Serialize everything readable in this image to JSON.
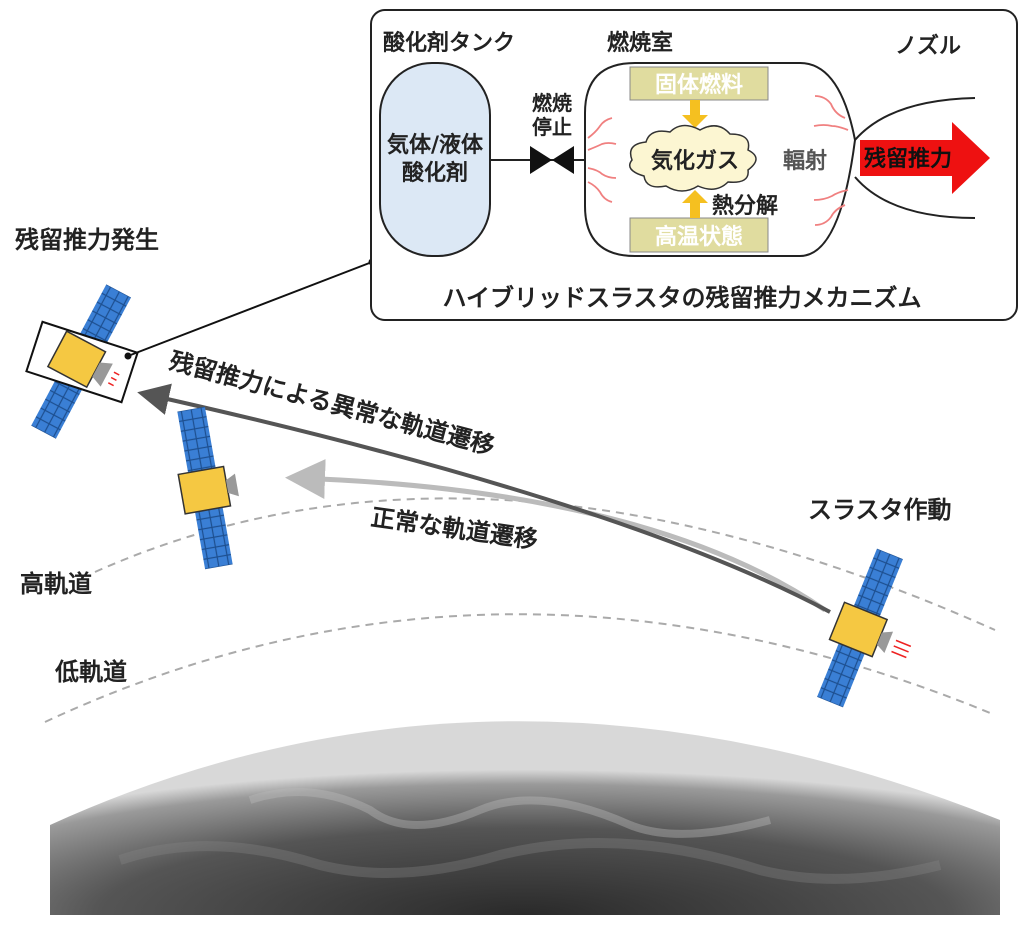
{
  "mechanism": {
    "title": "ハイブリッドスラスタの残留推力メカニズム",
    "tank_label": "酸化剤タンク",
    "tank_content_line1": "気体/液体",
    "tank_content_line2": "酸化剤",
    "valve_label_line1": "燃焼",
    "valve_label_line2": "停止",
    "chamber_label": "燃焼室",
    "solid_fuel": "固体燃料",
    "high_temp": "高温状態",
    "gas": "気化ガス",
    "radiation": "輻射",
    "pyrolysis": "熱分解",
    "nozzle_label": "ノズル",
    "residual_thrust": "残留推力"
  },
  "scene": {
    "residual_thrust_occurs": "残留推力発生",
    "abnormal_transfer": "残留推力による異常な軌道遷移",
    "normal_transfer": "正常な軌道遷移",
    "thruster_firing": "スラスタ作動",
    "high_orbit": "高軌道",
    "low_orbit": "低軌道"
  },
  "colors": {
    "tank": "#dce8f5",
    "fuel_block": "#e0dc9f",
    "thrust_arrow": "#ee1111",
    "panel": "#3a7fd5",
    "satellite_body": "#f5c842"
  }
}
